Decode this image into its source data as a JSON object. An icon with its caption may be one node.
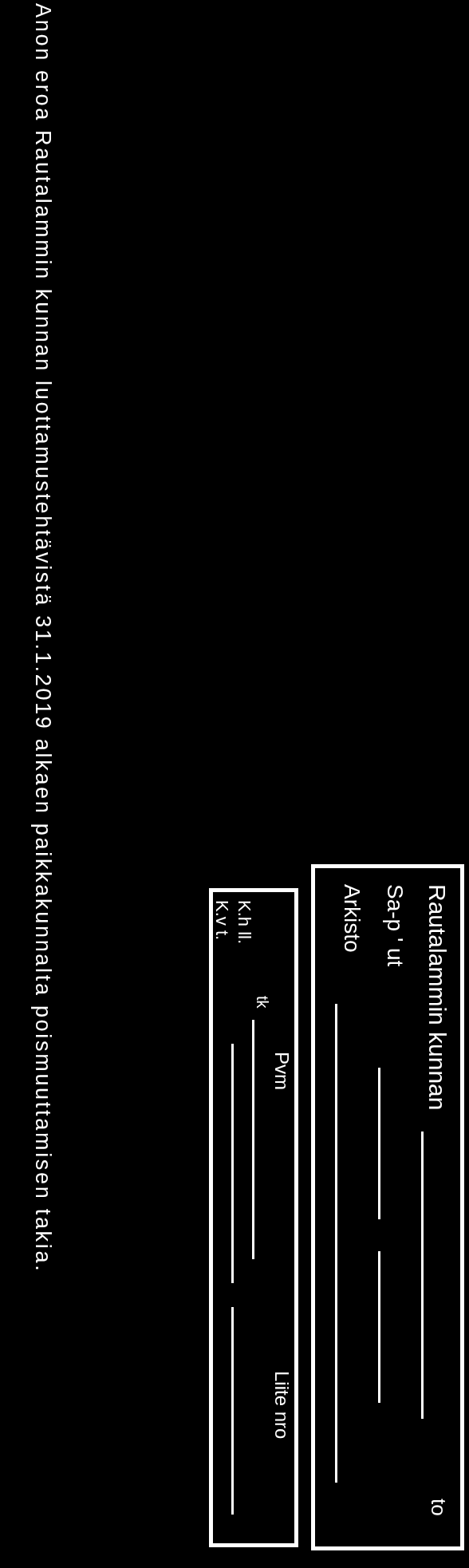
{
  "diagram": {
    "nodes": [
      {
        "text": [
          "Rautalammin kunnan",
          "to",
          "Sa-p ' ut",
          "Arkisto"
        ]
      },
      {
        "text": [
          "Pvm",
          "Liite nro",
          "tk",
          "K.h ll.",
          "K.v t."
        ]
      }
    ],
    "labels": [
      "Anon eroa Rautalammin kunnan luottamustehtävistä 31.1.2019 alkaen paikkakunnalta poismuuttamisen takia."
    ]
  }
}
